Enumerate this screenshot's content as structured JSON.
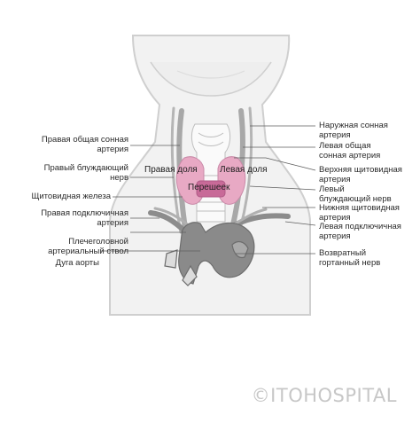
{
  "labels_left": [
    {
      "id": "right-common-carotid",
      "l1": "Правая общая сонная",
      "l2": "артерия"
    },
    {
      "id": "right-vagus",
      "l1": "Правый блуждающий",
      "l2": "нерв"
    },
    {
      "id": "thyroid",
      "l1": "Щитовидная железа",
      "l2": ""
    },
    {
      "id": "right-subclavian",
      "l1": "Правая подключичная",
      "l2": "артерия"
    },
    {
      "id": "brachiocephalic",
      "l1": "Плечеголовной",
      "l2": "артериальный ствол"
    },
    {
      "id": "aortic-arch",
      "l1": "Дуга аорты",
      "l2": ""
    }
  ],
  "labels_right": [
    {
      "id": "external-carotid",
      "l1": "Наружная сонная",
      "l2": "артерия"
    },
    {
      "id": "left-common-carotid",
      "l1": "Левая общая",
      "l2": "сонная артерия"
    },
    {
      "id": "superior-thyroid",
      "l1": "Верхняя щитовидная",
      "l2": "артерия"
    },
    {
      "id": "left-vagus",
      "l1": "Левый",
      "l2": "блуждающий нерв"
    },
    {
      "id": "inferior-thyroid",
      "l1": "Нижняя щитовидная",
      "l2": "артерия"
    },
    {
      "id": "left-subclavian",
      "l1": "Левая подключичная",
      "l2": "артерия"
    },
    {
      "id": "recurrent-laryngeal",
      "l1": "Возвратный",
      "l2": "гортанный нерв"
    }
  ],
  "organ_labels": {
    "right_lobe": "Правая доля",
    "left_lobe": "Левая доля",
    "isthmus": "Перешеек"
  },
  "watermark": "©ITOHOSPITAL",
  "colors": {
    "thyroid": "#e8a9c4",
    "isthmus": "#c86a98",
    "vessels": "#7a7a7a",
    "body_outline": "#cfcfcf",
    "skin": "#f2f2f2"
  }
}
